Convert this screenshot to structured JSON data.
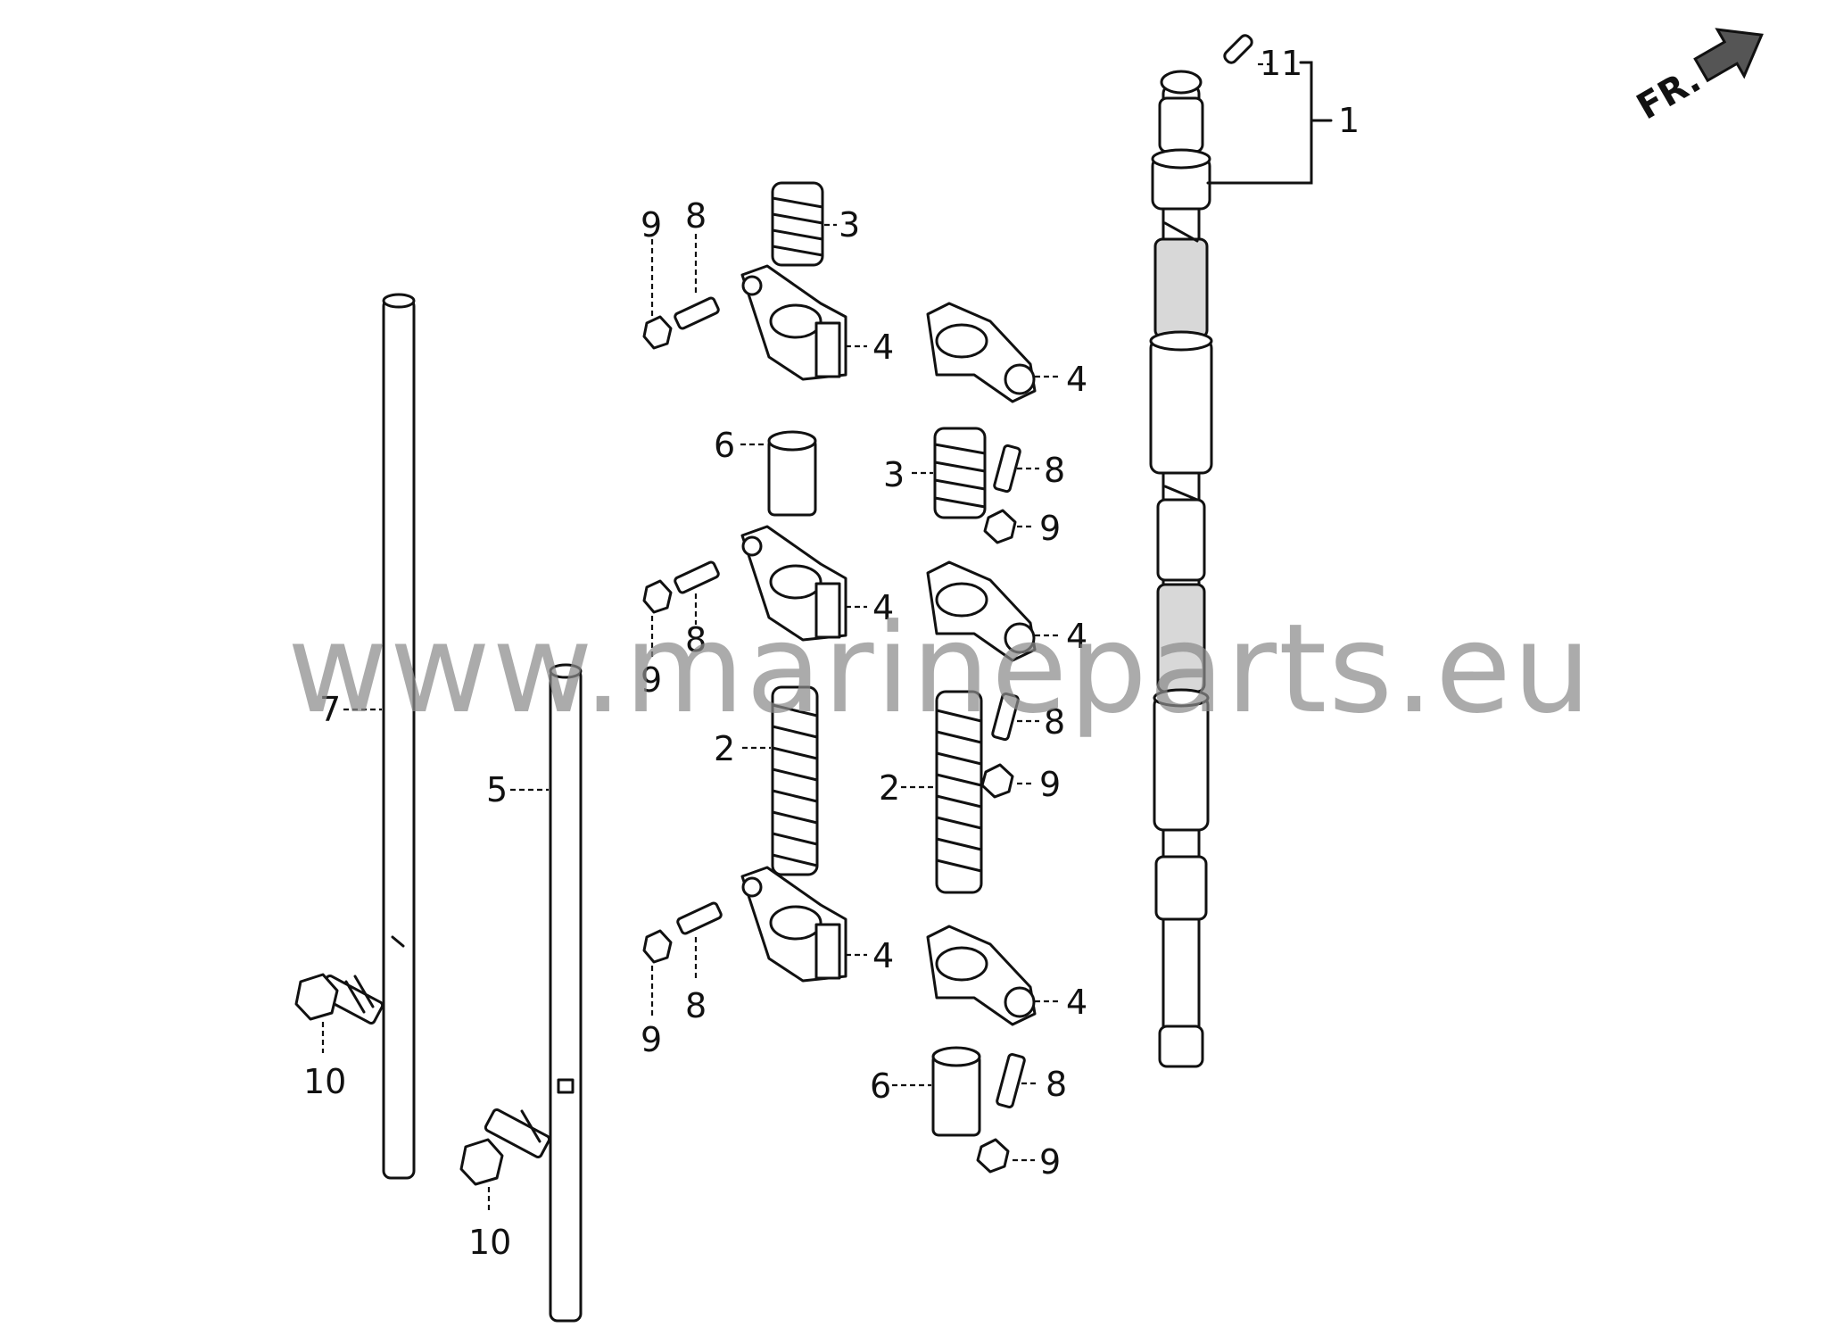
{
  "callouts": {
    "c1": "1",
    "c2a": "2",
    "c2b": "2",
    "c3a": "3",
    "c3b": "3",
    "c4a": "4",
    "c4b": "4",
    "c4c": "4",
    "c4d": "4",
    "c4e": "4",
    "c4f": "4",
    "c5": "5",
    "c6a": "6",
    "c6b": "6",
    "c7": "7",
    "c8a": "8",
    "c8b": "8",
    "c8c": "8",
    "c8d": "8",
    "c8e": "8",
    "c8f": "8",
    "c9a": "9",
    "c9b": "9",
    "c9c": "9",
    "c9d": "9",
    "c9e": "9",
    "c9f": "9",
    "c10a": "10",
    "c10b": "10",
    "c11": "11"
  },
  "direction": {
    "label": "FR.",
    "icon": "arrow-right-icon"
  },
  "watermark": "www.marineparts.eu",
  "colors": {
    "line": "#111111",
    "watermark": "#8a8a8a",
    "background": "#ffffff"
  }
}
